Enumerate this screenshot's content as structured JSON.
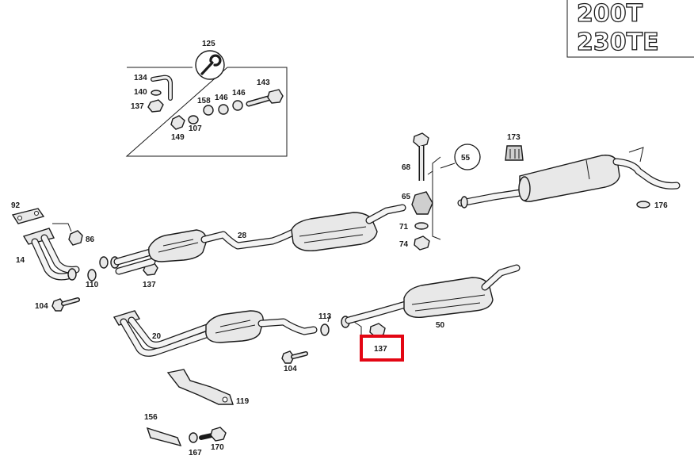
{
  "model_badges": [
    "200T",
    "230TE"
  ],
  "labels": {
    "p125": "125",
    "p134": "134",
    "p140": "140",
    "p137_kit": "137",
    "p158": "158",
    "p146a": "146",
    "p146b": "146",
    "p143": "143",
    "p107": "107",
    "p149": "149",
    "p92": "92",
    "p86": "86",
    "p14": "14",
    "p110": "110",
    "p137_a": "137",
    "p28": "28",
    "p104_a": "104",
    "p68": "68",
    "p55": "55",
    "p65": "65",
    "p71": "71",
    "p74": "74",
    "p173": "173",
    "p176": "176",
    "p20": "20",
    "p113": "113",
    "p50": "50",
    "p104_b": "104",
    "p119": "119",
    "p156": "156",
    "p167": "167",
    "p170": "170",
    "p137_highlight": "137"
  },
  "highlight": {
    "color": "#e30613",
    "target": "137"
  },
  "icons": {
    "kit": "wrench-icon"
  }
}
